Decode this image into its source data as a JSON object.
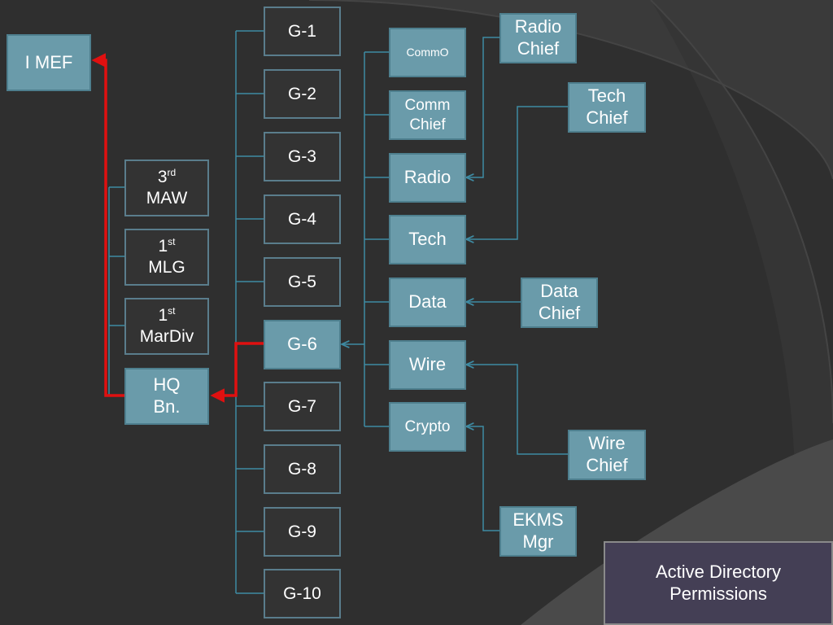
{
  "colors": {
    "background": "#2f2f2f",
    "dark_box": "#333333",
    "teal_box": "#6a9baa",
    "connector": "#3e8ba3",
    "highlight_path": "#e01010",
    "callout": "#443f55"
  },
  "chart": {
    "root": "I MEF",
    "subordinates": [
      {
        "base": "3",
        "sup": "rd",
        "label": "MAW"
      },
      {
        "base": "1",
        "sup": "st",
        "label": "MLG"
      },
      {
        "base": "1",
        "sup": "st",
        "label": "MarDiv"
      }
    ],
    "hq_bn": {
      "line1": "HQ",
      "line2": "Bn."
    },
    "staff_sections": [
      "G-1",
      "G-2",
      "G-3",
      "G-4",
      "G-5",
      "G-6",
      "G-7",
      "G-8",
      "G-9",
      "G-10"
    ],
    "g6_sections": [
      "CommO",
      "Comm Chief",
      "Radio",
      "Tech",
      "Data",
      "Wire",
      "Crypto"
    ],
    "chiefs": {
      "radio": "Radio Chief",
      "tech": "Tech Chief",
      "data": "Data Chief",
      "wire": "Wire Chief",
      "ekms": "EKMS Mgr"
    }
  },
  "callout": {
    "line1": "Active Directory",
    "line2": "Permissions"
  }
}
